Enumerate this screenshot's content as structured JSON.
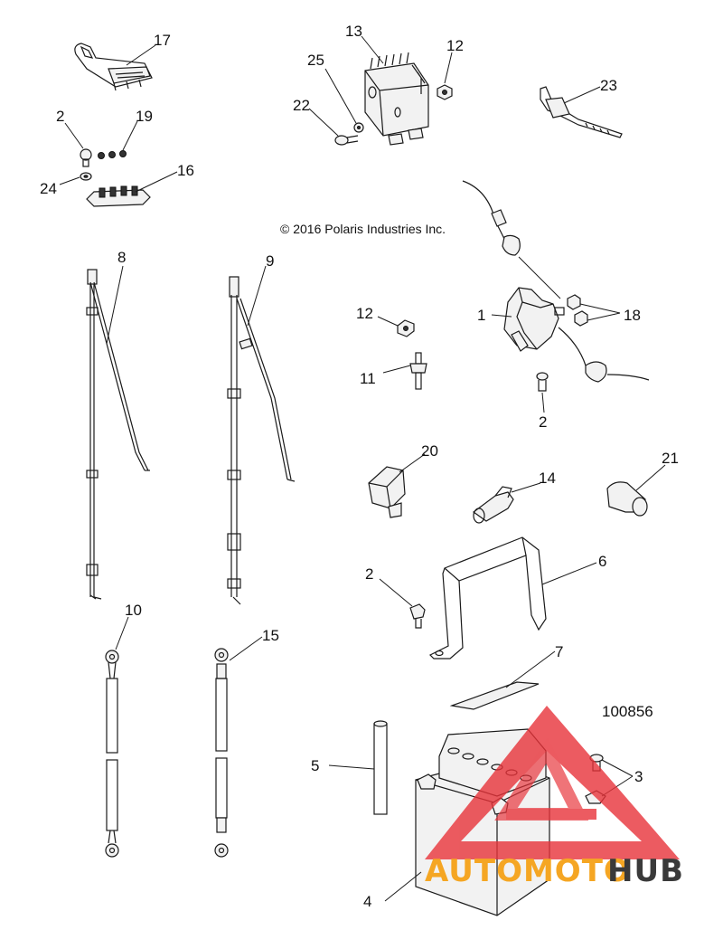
{
  "copyright": "© 2016 Polaris Industries Inc.",
  "diagram_id": "100856",
  "callouts": {
    "c1": "1",
    "c2a": "2",
    "c2b": "2",
    "c2c": "2",
    "c3": "3",
    "c4": "4",
    "c5": "5",
    "c6": "6",
    "c7": "7",
    "c8": "8",
    "c9": "9",
    "c10": "10",
    "c11": "11",
    "c12a": "12",
    "c12b": "12",
    "c13": "13",
    "c14": "14",
    "c15": "15",
    "c16": "16",
    "c17": "17",
    "c18": "18",
    "c19": "19",
    "c20": "20",
    "c21": "21",
    "c22": "22",
    "c23": "23",
    "c24": "24",
    "c25": "25"
  },
  "watermark": {
    "part1": "AUTOMOTO",
    "part2": "HUB",
    "color1": "#f5a623",
    "color2": "#3a3a3a",
    "triangle_color": "#e8333a"
  }
}
